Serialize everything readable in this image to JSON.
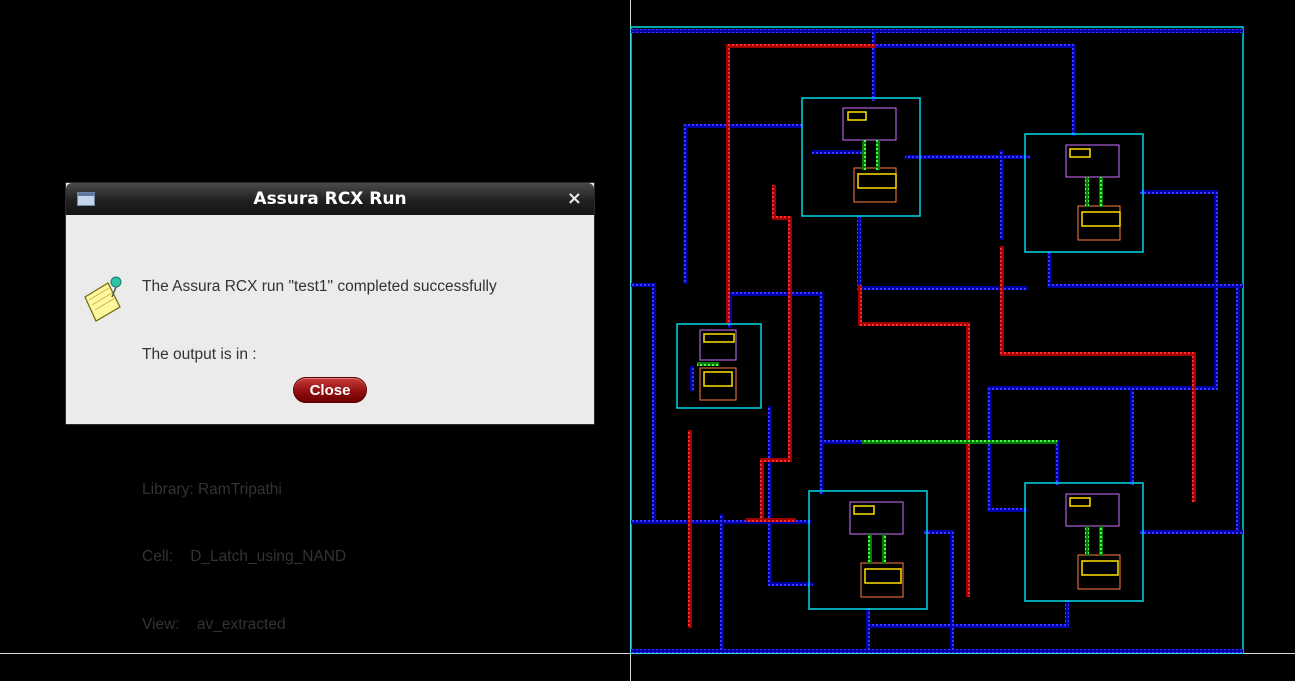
{
  "dialog": {
    "title": "Assura RCX Run",
    "close_glyph": "×",
    "window_icon": "window-icon",
    "message_icon": "note-pin-icon",
    "line1": "The Assura RCX run \"test1\" completed successfully",
    "line2": "The output is in :",
    "library": "Library: RamTripathi",
    "cell": "Cell:    D_Latch_using_NAND",
    "view": "View:    av_extracted",
    "close_label": "Close"
  },
  "colors": {
    "background": "#000000",
    "boundary": "#00d8e8",
    "metal1": "#1a1aff",
    "poly": "#ff2020",
    "via": "#22e022",
    "button": "#a01010"
  }
}
